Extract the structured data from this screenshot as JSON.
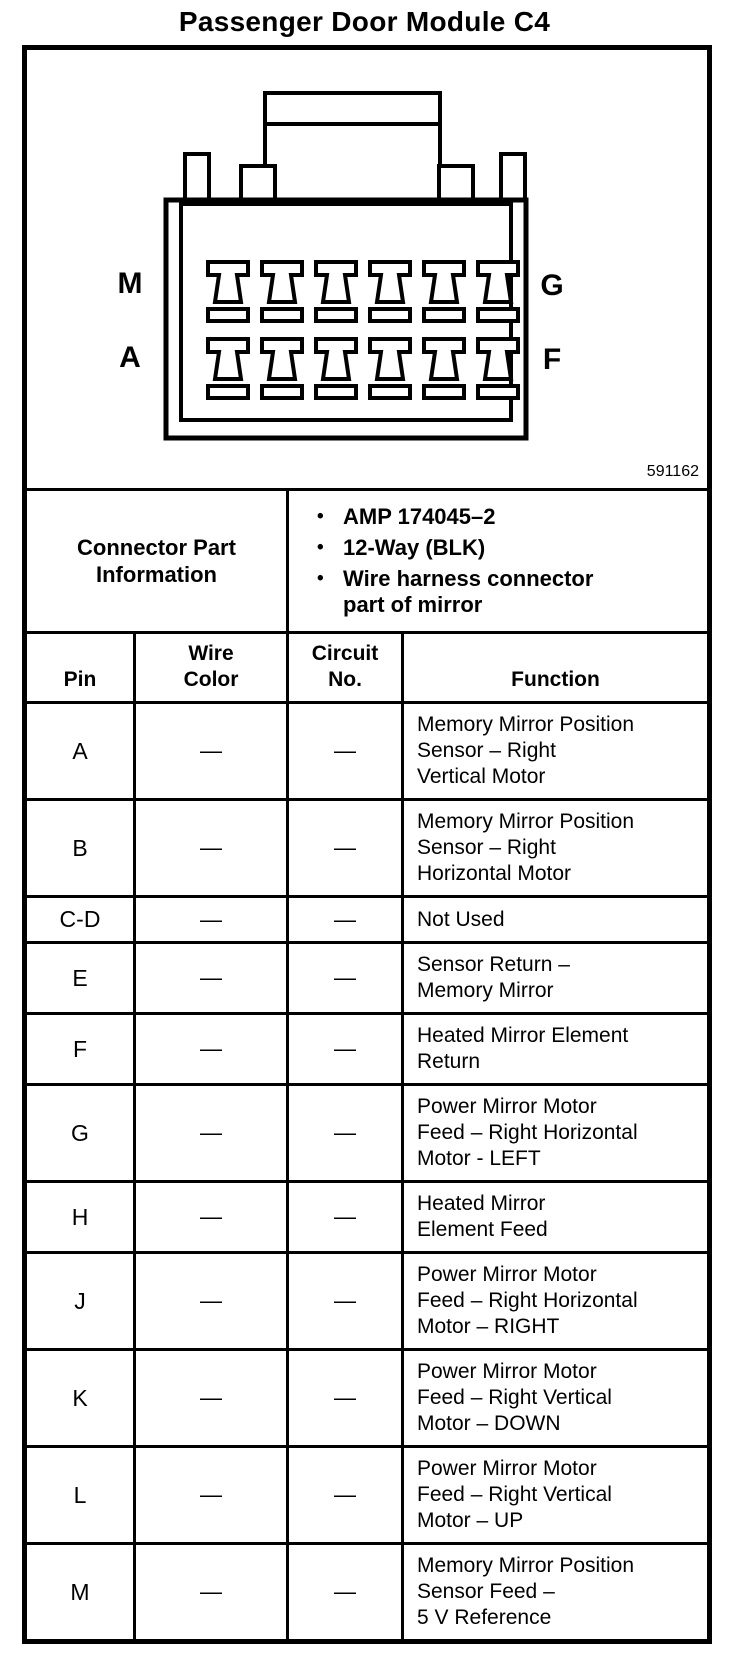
{
  "page_title": "Passenger Door Module C4",
  "figure": {
    "figure_number": "591162",
    "connector_pin_labels": {
      "top_left": "M",
      "bottom_left": "A",
      "top_right": "G",
      "bottom_right": "F"
    }
  },
  "connector_info": {
    "label": "Connector Part\nInformation",
    "bullet_char": "•",
    "bullets": [
      "AMP 174045–2",
      "12-Way (BLK)",
      "Wire harness connector\npart of mirror"
    ]
  },
  "pinout_table": {
    "headers": {
      "pin": "Pin",
      "wire_color": "Wire\nColor",
      "circuit_no": "Circuit\nNo.",
      "function": "Function"
    },
    "rows": [
      {
        "pin": "A",
        "wire_color": "—",
        "circuit_no": "—",
        "function": "Memory Mirror Position\nSensor – Right\nVertical Motor"
      },
      {
        "pin": "B",
        "wire_color": "—",
        "circuit_no": "—",
        "function": "Memory Mirror Position\nSensor – Right\nHorizontal Motor"
      },
      {
        "pin": "C-D",
        "wire_color": "—",
        "circuit_no": "—",
        "function": "Not Used"
      },
      {
        "pin": "E",
        "wire_color": "—",
        "circuit_no": "—",
        "function": "Sensor Return –\nMemory Mirror"
      },
      {
        "pin": "F",
        "wire_color": "—",
        "circuit_no": "—",
        "function": "Heated Mirror Element\nReturn"
      },
      {
        "pin": "G",
        "wire_color": "—",
        "circuit_no": "—",
        "function": "Power Mirror Motor\nFeed – Right Horizontal\nMotor - LEFT"
      },
      {
        "pin": "H",
        "wire_color": "—",
        "circuit_no": "—",
        "function": "Heated Mirror\nElement Feed"
      },
      {
        "pin": "J",
        "wire_color": "—",
        "circuit_no": "—",
        "function": "Power Mirror Motor\nFeed – Right Horizontal\nMotor – RIGHT"
      },
      {
        "pin": "K",
        "wire_color": "—",
        "circuit_no": "—",
        "function": "Power Mirror Motor\nFeed – Right Vertical\nMotor – DOWN"
      },
      {
        "pin": "L",
        "wire_color": "—",
        "circuit_no": "—",
        "function": "Power Mirror Motor\nFeed – Right Vertical\nMotor – UP"
      },
      {
        "pin": "M",
        "wire_color": "—",
        "circuit_no": "—",
        "function": "Memory Mirror Position\nSensor Feed –\n5 V Reference"
      }
    ]
  }
}
